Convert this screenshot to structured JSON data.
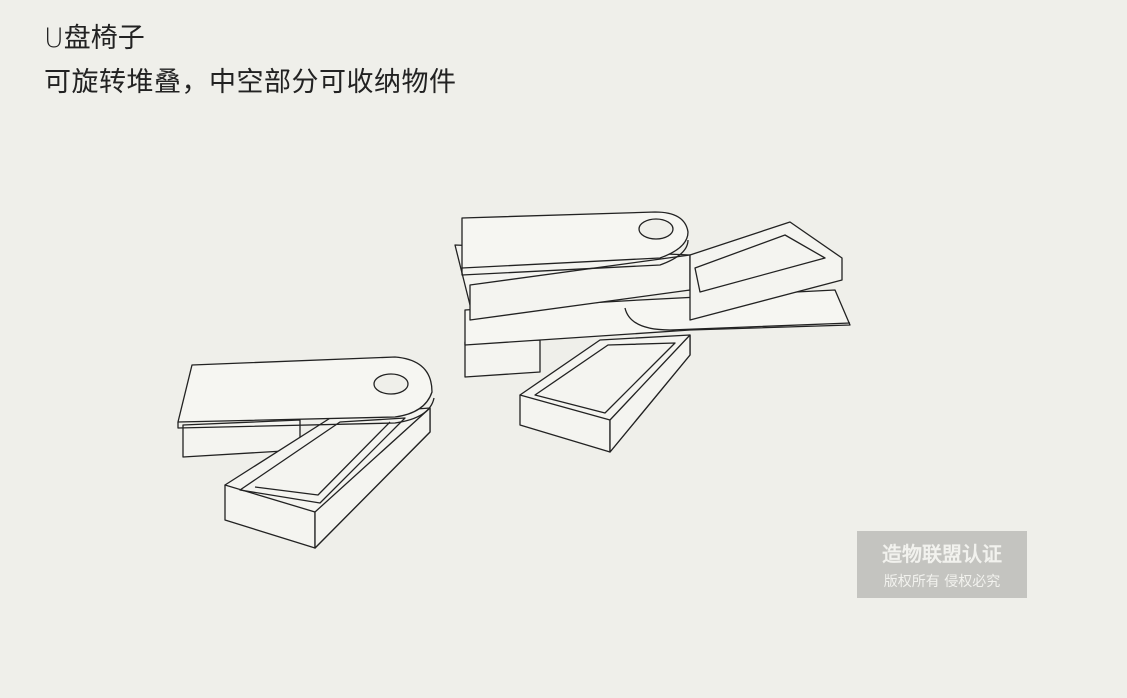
{
  "title": "U盘椅子",
  "subtitle": "可旋转堆叠，中空部分可收纳物件",
  "watermark": {
    "line1": "造物联盟认证",
    "line2": "版权所有  侵权必究"
  }
}
